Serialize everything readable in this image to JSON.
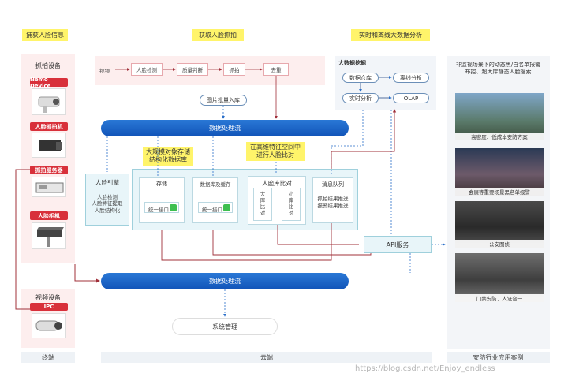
{
  "headers": {
    "capture": "捕获人脸信息",
    "get_face": "获取人脸抓拍",
    "realtime": "实时和离线大数据分析"
  },
  "left": {
    "capture_devices": "抓拍设备",
    "nemo_device": "Nemo Device",
    "face_capturer": "人脸抓拍机",
    "capture_server": "抓拍服务器",
    "face_camera": "人脸相机",
    "video_devices": "视频设备",
    "ipc": "IPC"
  },
  "pipeline": [
    "视频",
    "人脸检测",
    "质量判断",
    "抓拍",
    "去重"
  ],
  "batch_import": "图片批量入库",
  "processing_stream_top": "数据处理流",
  "processing_stream_bottom": "数据处理流",
  "bigdata": {
    "title": "大数据挖掘",
    "warehouse": "数据仓库",
    "offline": "离线分析",
    "realtime": "实时分析",
    "olap": "OLAP"
  },
  "notes": {
    "massive": "大规模对象存储\n结构化数据库",
    "compare": "在高维特征空间中\n进行人脸比对"
  },
  "engine": {
    "title": "人脸引擎",
    "body": "人脸检测\n人脸特征提取\n人脸结构化"
  },
  "storage": {
    "title": "存储",
    "iface": "统一接口"
  },
  "db_cache": {
    "title": "数据库及缓存",
    "iface": "统一接口"
  },
  "face_compare": {
    "title": "人脸库比对",
    "large": "大\n库\n比\n对",
    "small": "小\n库\n比\n对"
  },
  "mq": {
    "title": "消息队列",
    "body": "抓拍结果推送\n报警结果推送"
  },
  "api": "API服务",
  "sysmgmt": "系统管理",
  "right": {
    "title": "非监视场景下的动态黑/白名单报警\n布控、超大库静态人脸搜索",
    "cases": [
      "高密度、低成本安防方案",
      "会展等重要场景黑名单报警",
      "公安图侦",
      "门禁安防、人证合一"
    ]
  },
  "bottom": {
    "terminal": "终端",
    "cloud": "云端",
    "cases": "安防行业应用案例"
  },
  "watermark": "https://blog.csdn.net/Enjoy_endless",
  "colors": {
    "accent_red": "#d8303a",
    "accent_blue": "#1154b8",
    "note_yellow": "#fff46a"
  }
}
